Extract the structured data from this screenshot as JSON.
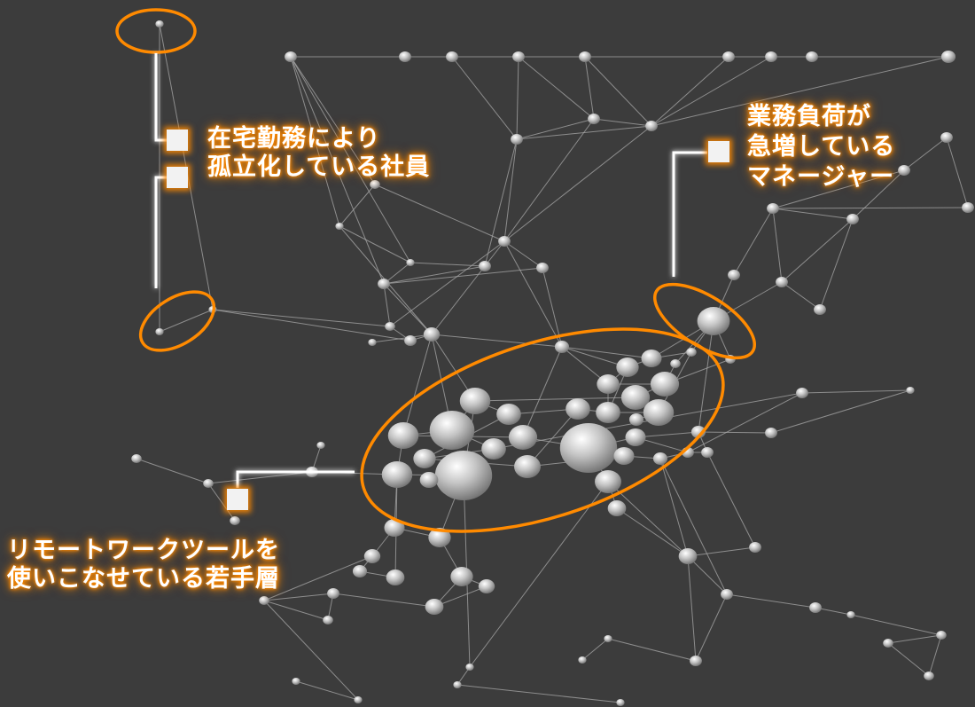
{
  "annotations": {
    "isolated": {
      "lines": [
        "在宅勤務により",
        "孤立化している社員"
      ]
    },
    "managers": {
      "lines": [
        "業務負荷が",
        "急増している",
        "マネージャー"
      ]
    },
    "young": {
      "lines": [
        "リモートワークツールを",
        "使いこなせている若手層"
      ]
    }
  },
  "colors": {
    "background": "#3c3c3c",
    "highlight": "#ff8a00",
    "node": "#bdbdbd",
    "edge": "#9a9a9a"
  }
}
